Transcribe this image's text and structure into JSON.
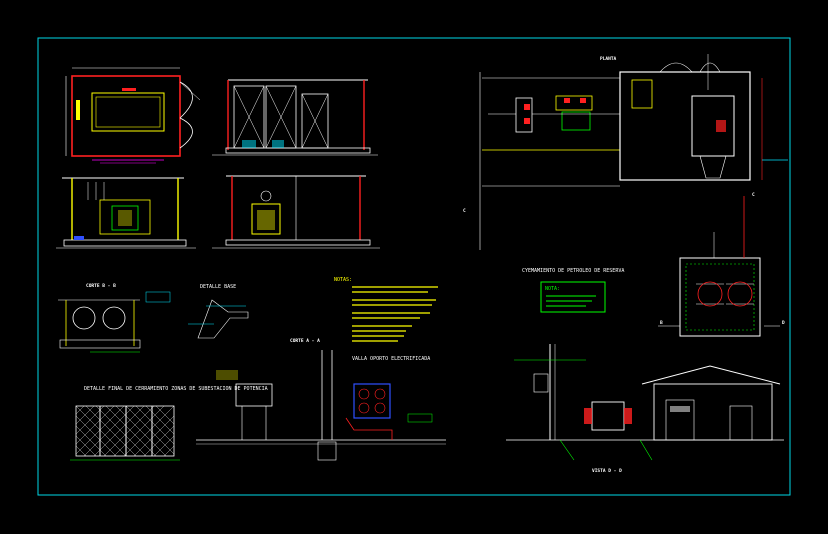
{
  "drawing": {
    "colors": {
      "background": "#000000",
      "frame": "#00d7e6",
      "white": "#ffffff",
      "yellow": "#ffff00",
      "red": "#ff2020",
      "green": "#00ff00",
      "cyan": "#00e5ff",
      "magenta": "#ff00ff",
      "blue": "#3050ff",
      "orange": "#ff9000"
    },
    "labels": {
      "planta_top": "PLANTA",
      "corte_a_a": "CORTE A - A",
      "corte_b_b": "CORTE B - B",
      "vista_d_d": "VISTA D - D",
      "notas": "NOTAS:",
      "nota_box": "NOTA:",
      "valla": "VALLA OPORTO ELECTRIFICADA",
      "tanque_title": "CYEMAMIENTO DE PETROLEO DE RESERVA",
      "detalle_malla": "DETALLE FINAL DE CERRAMIENTO ZONAS DE SUBESTACION DE POTENCIA",
      "detalle_base": "DETALLE BASE",
      "mark_c": "C",
      "mark_d": "D",
      "mark_b": "B"
    }
  }
}
